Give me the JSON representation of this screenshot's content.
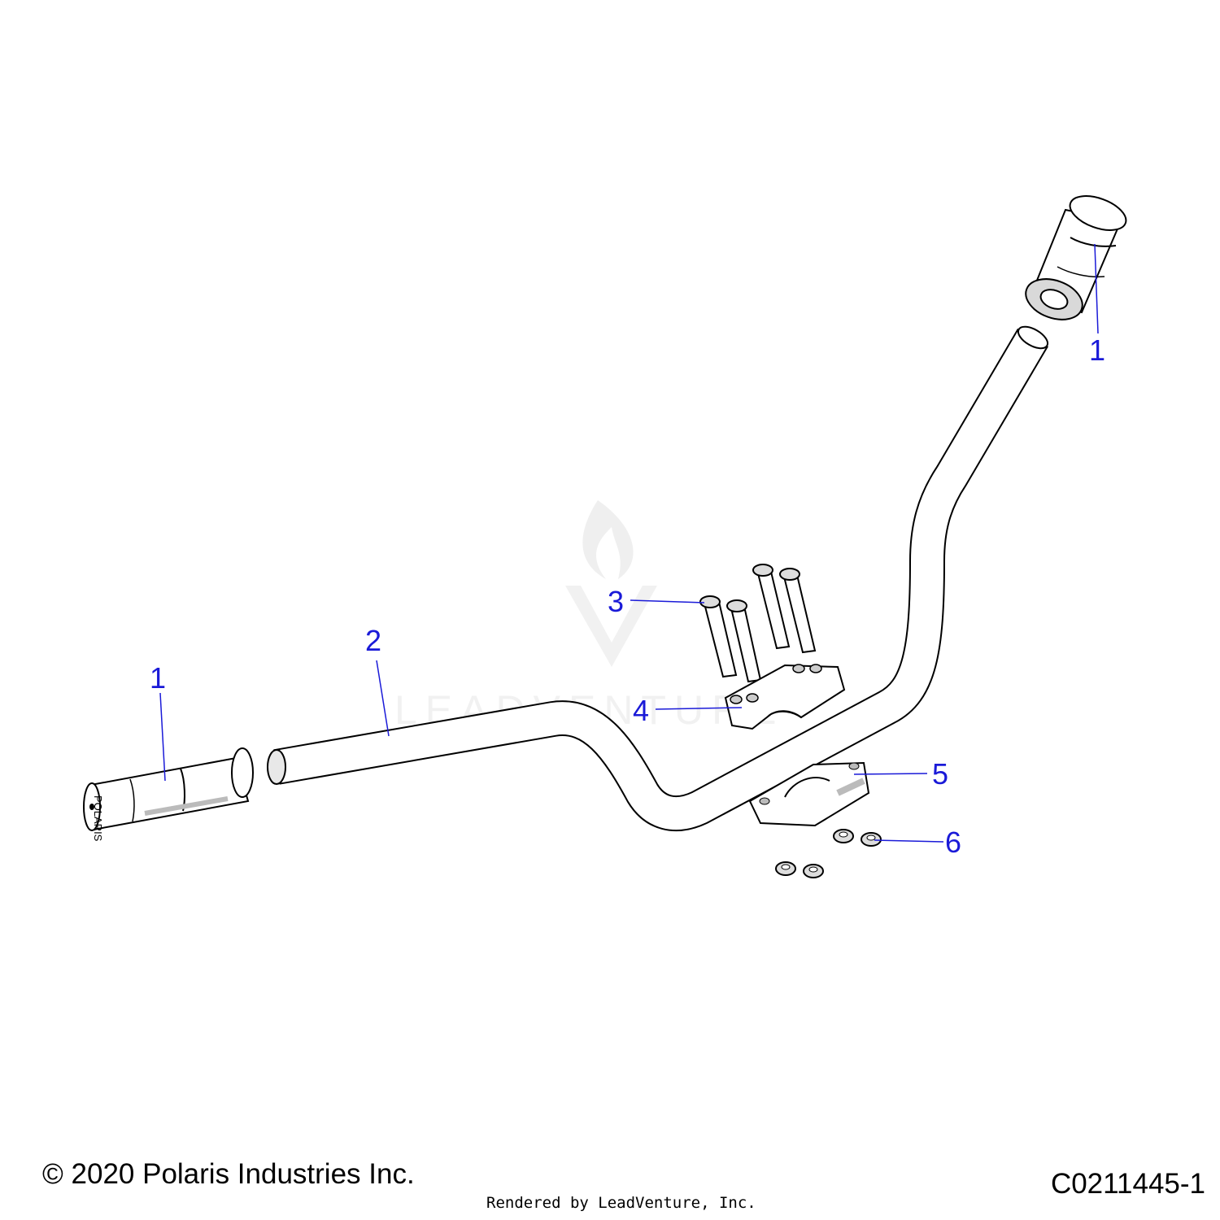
{
  "diagram": {
    "callouts": {
      "grip_left": "1",
      "grip_right": "1",
      "handlebar": "2",
      "bolt": "3",
      "clamp_upper": "4",
      "clamp_lower": "5",
      "nut": "6"
    },
    "grip_logo": "POLARIS",
    "watermark": "LEADVENTURE",
    "colors": {
      "callout": "#1a1ad8",
      "outline": "#000000",
      "part_fill": "#ffffff",
      "shade": "#d9d9d9",
      "watermark": "#e6e6e6"
    }
  },
  "footer": {
    "copyright": "© 2020 Polaris Industries Inc.",
    "rendered_by": "Rendered by LeadVenture, Inc.",
    "code": "C0211445-1"
  }
}
